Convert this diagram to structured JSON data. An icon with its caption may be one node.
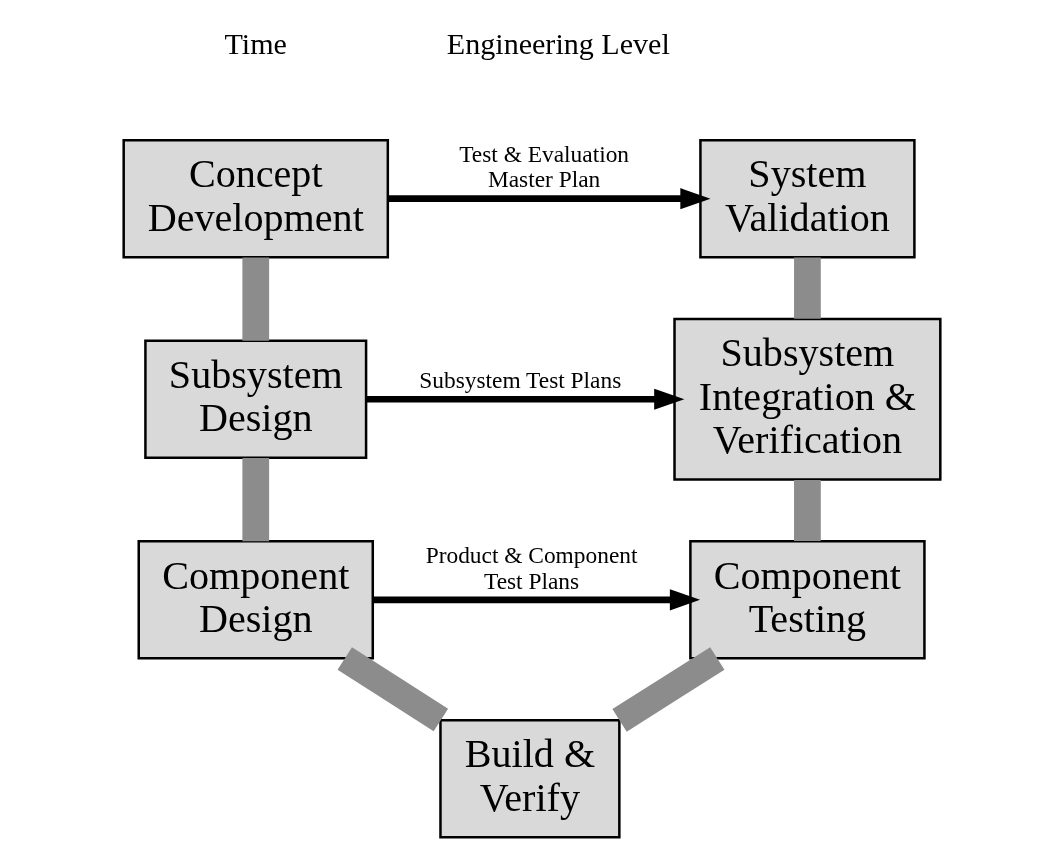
{
  "diagram": {
    "nodes": [
      {
        "text": [
          "Concept Development"
        ]
      },
      {
        "text": [
          "System Validation"
        ]
      },
      {
        "text": [
          "Subsystem Design"
        ]
      },
      {
        "text": [
          "Subsystem Integration & Verification"
        ]
      },
      {
        "text": [
          "Component Design"
        ]
      },
      {
        "text": [
          "Component Testing"
        ]
      },
      {
        "text": [
          "Build & Verify"
        ]
      }
    ],
    "edges": [
      {
        "from": 0,
        "to": 1,
        "arrow": "to",
        "label": "Test & Evaluation Master Plan",
        "color": "#000000"
      },
      {
        "from": 2,
        "to": 3,
        "arrow": "to",
        "label": "Subsystem Test Plans",
        "color": "#000000"
      },
      {
        "from": 4,
        "to": 5,
        "arrow": "to",
        "label": "Product & Component Test Plans",
        "color": "#000000"
      },
      {
        "from": 0,
        "to": 2,
        "arrow": "none"
      },
      {
        "from": 2,
        "to": 4,
        "arrow": "none"
      },
      {
        "from": 4,
        "to": 6,
        "arrow": "none"
      },
      {
        "from": 6,
        "to": 5,
        "arrow": "none"
      },
      {
        "from": 5,
        "to": 3,
        "arrow": "none"
      },
      {
        "from": 3,
        "to": 1,
        "arrow": "none"
      }
    ],
    "labels": [
      "Time",
      "Engineering Level"
    ]
  }
}
